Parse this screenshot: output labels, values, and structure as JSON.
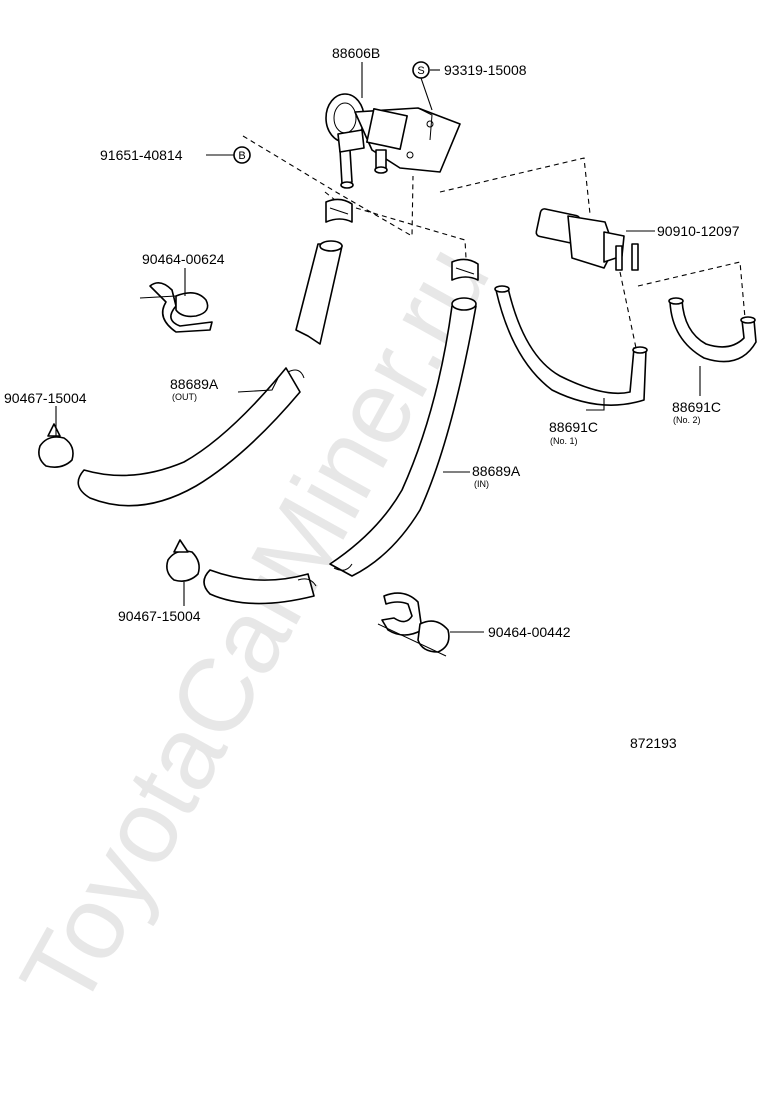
{
  "diagram": {
    "figure_number": "872193",
    "watermark": "ToyotaCarMiner.ru",
    "parts": {
      "valve_88606b": {
        "code": "88606B"
      },
      "bolt_93319": {
        "code": "93319-15008",
        "symbol": "S"
      },
      "bolt_91651": {
        "code": "91651-40814",
        "symbol": "B"
      },
      "vsv_90910": {
        "code": "90910-12097"
      },
      "clamp_90464_00624": {
        "code": "90464-00624"
      },
      "hose_88689a_out": {
        "code": "88689A",
        "note": "(OUT)"
      },
      "clip_90467_upper": {
        "code": "90467-15004"
      },
      "hose_88689a_in": {
        "code": "88689A",
        "note": "(IN)"
      },
      "hose_88691c_no1": {
        "code": "88691C",
        "note": "(No. 1)"
      },
      "hose_88691c_no2": {
        "code": "88691C",
        "note": "(No. 2)"
      },
      "clip_90467_lower": {
        "code": "90467-15004"
      },
      "clamp_90464_00442": {
        "code": "90464-00442"
      }
    }
  }
}
